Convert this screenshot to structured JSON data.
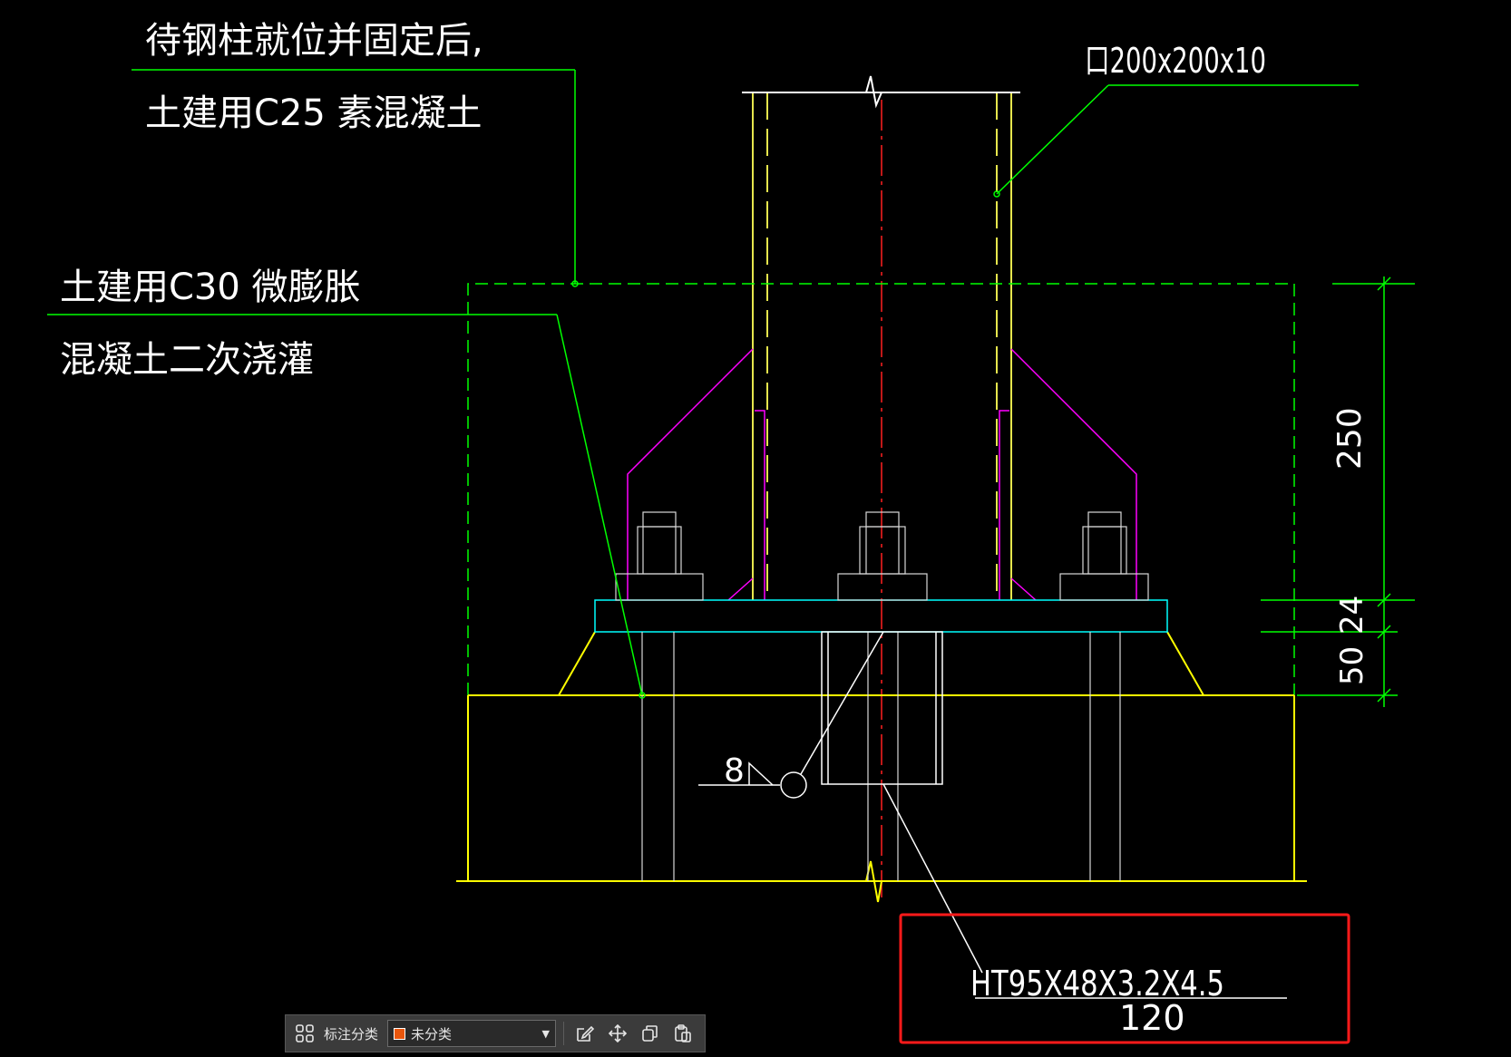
{
  "drawing": {
    "callout_grout_top": {
      "line1": "待钢柱就位并固定后,",
      "line2": "土建用C25  素混凝土"
    },
    "callout_grout_micro": {
      "line1": "土建用C30  微膨胀",
      "line2": "混凝土二次浇灌"
    },
    "column_section": "口200x200x10",
    "dim_250": "250",
    "dim_24": "24",
    "dim_50": "50",
    "weld_size": "8",
    "shear_key_label": "HT95X48X3.2X4.5",
    "shear_key_length": "120",
    "colors": {
      "background": "#000000",
      "leader_green": "#00ff00",
      "concrete_yellow": "#ffff00",
      "column_yellow": "#ffff66",
      "stiffener_magenta": "#ff00ff",
      "base_plate_cyan": "#00ffff",
      "centerline_red": "#ff0000",
      "white": "#ffffff",
      "highlight_red": "#ff1a1a"
    }
  },
  "toolbar": {
    "category_label": "标注分类",
    "selected_category": "未分类",
    "swatch_color": "#e8560c",
    "icons": [
      "grid-icon",
      "edit-icon",
      "move-icon",
      "copy-icon",
      "paste-icon"
    ]
  }
}
